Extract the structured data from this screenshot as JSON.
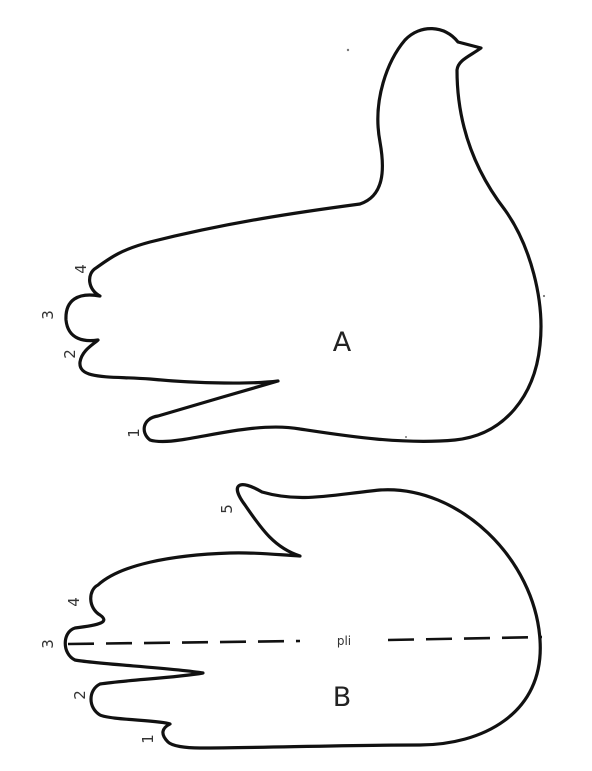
{
  "figure_a": {
    "letter": "A",
    "finger_labels": [
      "1",
      "2",
      "3",
      "4"
    ]
  },
  "figure_b": {
    "letter": "B",
    "finger_labels": [
      "1",
      "2",
      "3",
      "4",
      "5"
    ],
    "fold_label": "pli"
  }
}
